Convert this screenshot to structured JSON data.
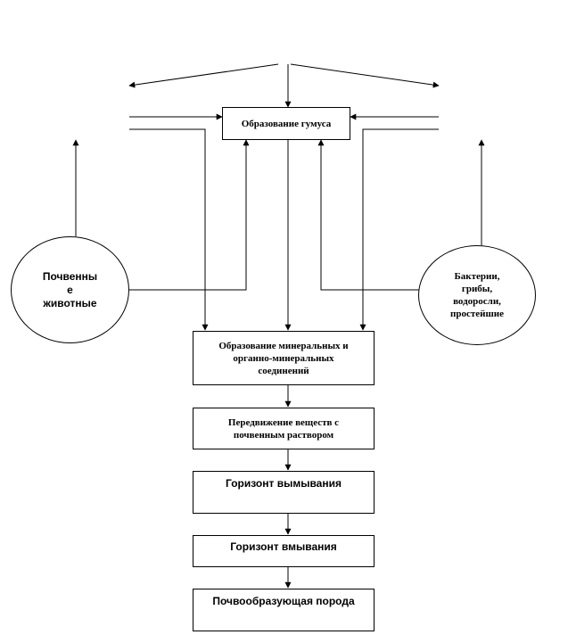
{
  "nodes": {
    "humus": "Образование гумуса",
    "animals_line1": "Почвенны",
    "animals_line2": "е",
    "animals_line3": "животные",
    "microbes_line1": "Бактерии,",
    "microbes_line2": "грибы,",
    "microbes_line3": "водоросли,",
    "microbes_line4": "простейшие",
    "mineral_line1": "Образование минеральных и",
    "mineral_line2": "органно-минеральных",
    "mineral_line3": "соединений",
    "movement_line1": "Передвижение веществ с",
    "movement_line2": "почвенным раствором",
    "leaching": "Горизонт вымывания",
    "illuvial": "Горизонт вмывания",
    "parent_rock": "Почвообразующая порода"
  },
  "colors": {
    "line": "#000000",
    "box_fill": "#ffffff",
    "text": "#000000"
  }
}
